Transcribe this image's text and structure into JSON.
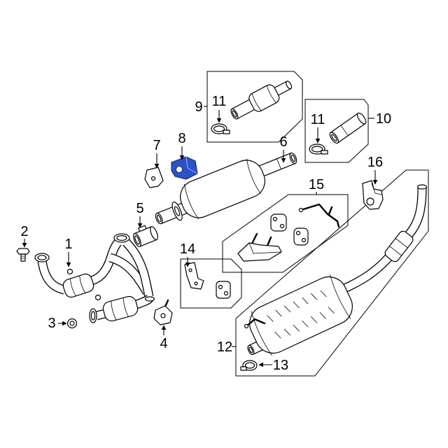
{
  "labels": {
    "part_1": "1",
    "part_2": "2",
    "part_3": "3",
    "part_4": "4",
    "part_5": "5",
    "part_6": "6",
    "part_7": "7",
    "part_8": "8",
    "part_9": "9",
    "part_10": "10",
    "part_11_upper_left": "11",
    "part_11_upper_right": "11",
    "part_12": "12",
    "part_13": "13",
    "part_14": "14",
    "part_15": "15",
    "part_16": "16"
  },
  "colors": {
    "line": "#000000",
    "background": "#ffffff",
    "highlight": "#2c52c8",
    "highlight_edge": "#1b2f78"
  }
}
